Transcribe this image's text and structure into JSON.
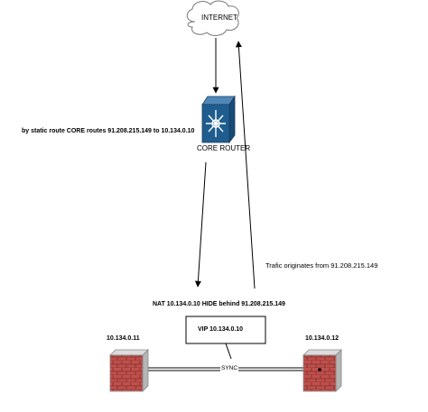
{
  "internet": {
    "label": "INTERNET"
  },
  "router": {
    "label": "CORE ROUTER"
  },
  "static_route_note": "by static route  CORE  routes 91.208.215.149 to 10.134.0.10",
  "traffic_note": "Trafic originates from 91.208.215.149",
  "nat_note": "NAT  10.134.0.10  HIDE behind 91.208.215.149",
  "vip_box": {
    "label": "VIP  10.134.0.10"
  },
  "firewalls": [
    {
      "ip": "10.134.0.11"
    },
    {
      "ip": "10.134.0.12"
    }
  ],
  "sync_label": "SYNC",
  "colors": {
    "router_fill": "#1f5d8f",
    "firewall_brick": "#c0504d",
    "firewall_frame": "#9aa0a6",
    "line": "#000000"
  }
}
